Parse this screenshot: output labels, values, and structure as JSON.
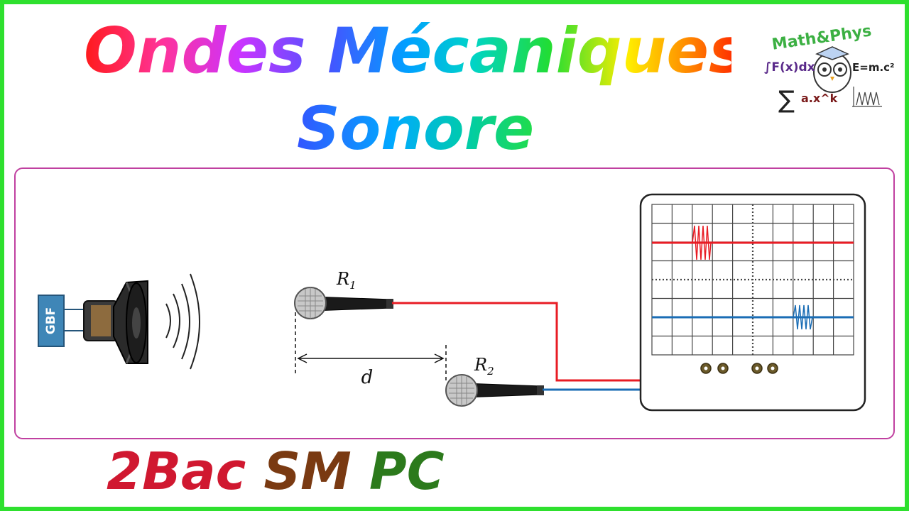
{
  "title": {
    "line1": "Ondes Mécaniques",
    "line2": "Sonore"
  },
  "diagram": {
    "generator_label": "GBF",
    "mic1_label": "R",
    "mic1_sub": "1",
    "mic2_label": "R",
    "mic2_sub": "2",
    "distance_label": "d"
  },
  "logo": {
    "brand": "Math&Phys",
    "formula_integral": "∫F(x)dx",
    "formula_energy": "E=m.c²",
    "formula_sum": "a.x^k",
    "sum_symbol": "∑"
  },
  "footer": {
    "part1": "2Bac",
    "part2": "SM",
    "part3": "PC"
  },
  "colors": {
    "frame": "#2ee02e",
    "panel_border": "#c040a0",
    "channel1": "#e81c24",
    "channel2": "#1a6db5",
    "generator": "#3f86b7",
    "logo_green": "#3cb043"
  }
}
